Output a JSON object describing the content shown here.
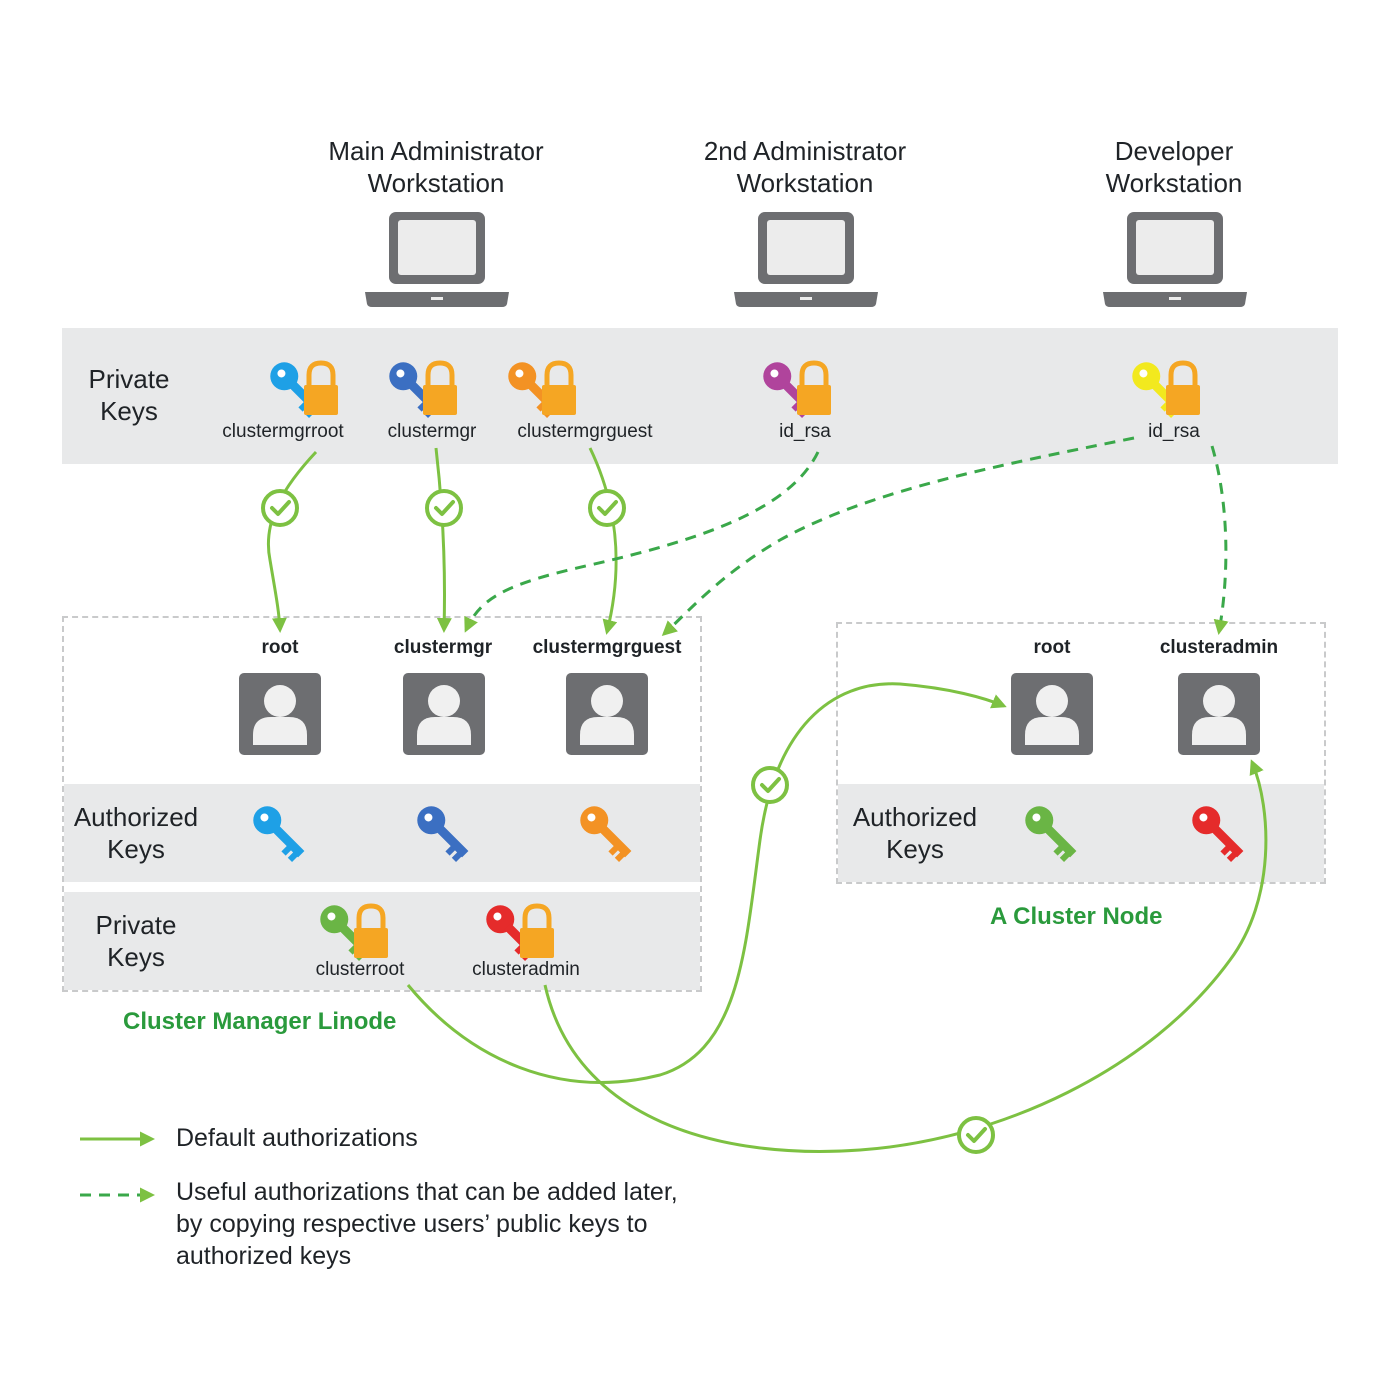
{
  "workstations": [
    {
      "label": "Main Administrator\nWorkstation"
    },
    {
      "label": "2nd Administrator\nWorkstation"
    },
    {
      "label": "Developer\nWorkstation"
    }
  ],
  "top_private_keys": {
    "row_label": "Private\nKeys",
    "keys": [
      {
        "name": "clustermgrroot",
        "color": "#1ea0e6"
      },
      {
        "name": "clustermgr",
        "color": "#3b6fc2"
      },
      {
        "name": "clustermgrguest",
        "color": "#f39224"
      },
      {
        "name": "id_rsa",
        "color": "#b0449c"
      },
      {
        "name": "id_rsa",
        "color": "#f2e91e"
      }
    ]
  },
  "cluster_manager": {
    "title": "Cluster Manager Linode",
    "users": [
      {
        "name": "root"
      },
      {
        "name": "clustermgr"
      },
      {
        "name": "clustermgrguest"
      }
    ],
    "authorized_keys_label": "Authorized\nKeys",
    "authorized_key_colors": [
      "#1ea0e6",
      "#3b6fc2",
      "#f39224"
    ],
    "private_keys_label": "Private\nKeys",
    "private_keys": [
      {
        "name": "clusterroot",
        "color": "#6ab545"
      },
      {
        "name": "clusteradmin",
        "color": "#e52b2b"
      }
    ]
  },
  "cluster_node": {
    "title": "A Cluster Node",
    "users": [
      {
        "name": "root"
      },
      {
        "name": "clusteradmin"
      }
    ],
    "authorized_keys_label": "Authorized\nKeys",
    "authorized_key_colors": [
      "#6ab545",
      "#e52b2b"
    ]
  },
  "legend": {
    "default": "Default authorizations",
    "useful": "Useful authorizations that can be added later,\nby copying respective users’ public keys to\nauthorized keys"
  },
  "colors": {
    "arrow_green": "#7dc142",
    "title_green": "#2a9a3c",
    "band_gray": "#e8e9ea",
    "icon_gray": "#6d6e71",
    "lock_orange": "#f5a623"
  }
}
